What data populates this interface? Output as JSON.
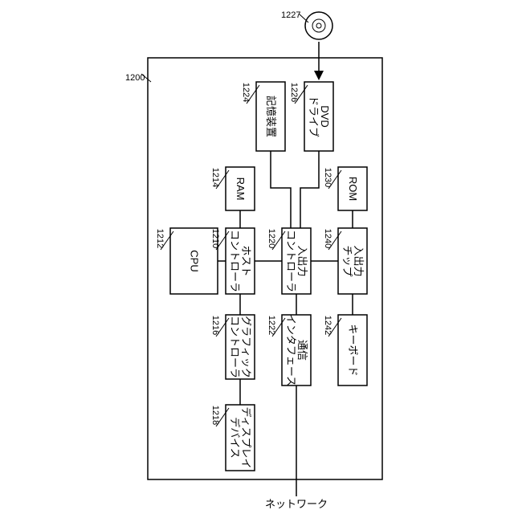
{
  "diagram": {
    "system_ref": "1200",
    "disc_ref": "1227",
    "network_label": "ネットワーク",
    "blocks": {
      "cpu": {
        "ref": "1212",
        "lines": [
          "CPU"
        ]
      },
      "host": {
        "ref": "1210",
        "lines": [
          "ホスト",
          "コントローラ"
        ]
      },
      "ram": {
        "ref": "1214",
        "lines": [
          "RAM"
        ]
      },
      "graphics": {
        "ref": "1216",
        "lines": [
          "グラフィック",
          "コントローラ"
        ]
      },
      "display": {
        "ref": "1218",
        "lines": [
          "ディスプレイ",
          "デバイス"
        ]
      },
      "storage": {
        "ref": "1224",
        "lines": [
          "記憶装置"
        ]
      },
      "dvd": {
        "ref": "1226",
        "lines": [
          "DVD",
          "ドライブ"
        ]
      },
      "io": {
        "ref": "1220",
        "lines": [
          "入出力",
          "コントローラ"
        ]
      },
      "comm": {
        "ref": "1222",
        "lines": [
          "通信",
          "インタフェース"
        ]
      },
      "rom": {
        "ref": "1230",
        "lines": [
          "ROM"
        ]
      },
      "iochip": {
        "ref": "1240",
        "lines": [
          "入出力",
          "チップ"
        ]
      },
      "keyboard": {
        "ref": "1242",
        "lines": [
          "キーボード"
        ]
      }
    }
  }
}
